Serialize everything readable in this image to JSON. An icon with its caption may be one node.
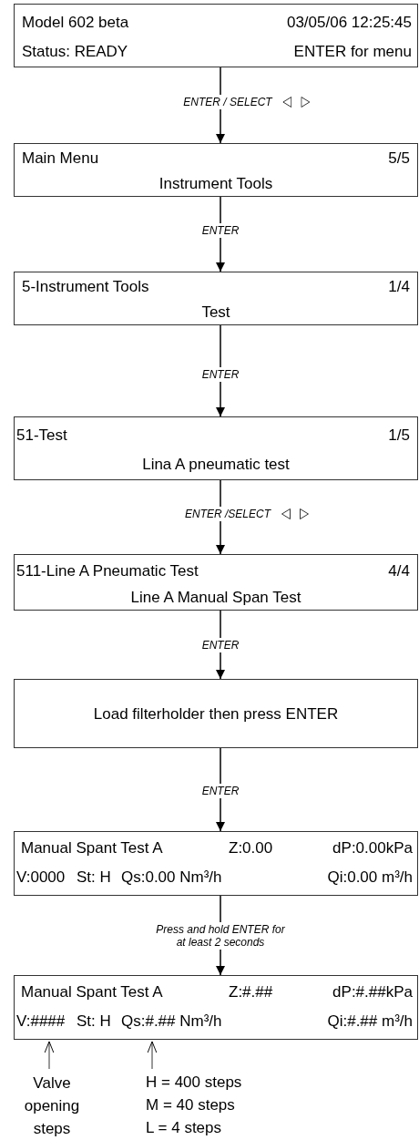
{
  "diagram": {
    "nodes": [
      {
        "text": [
          "Model 602 beta",
          "03/05/06  12:25:45",
          "Status: READY",
          "ENTER for menu"
        ]
      },
      {
        "text": [
          "Main Menu",
          "5/5",
          "Instrument Tools"
        ]
      },
      {
        "text": [
          "5-Instrument Tools",
          "1/4",
          "Test"
        ]
      },
      {
        "text": [
          "51-Test",
          "1/5",
          "Lina A pneumatic test"
        ]
      },
      {
        "text": [
          "511-Line A Pneumatic Test",
          "4/4",
          "Line A Manual Span Test"
        ]
      },
      {
        "text": [
          "Load filterholder then press ENTER"
        ]
      },
      {
        "text": [
          "Manual Spant Test A",
          "Z:0.00",
          "dP:0.00kPa",
          "V:0000",
          "St: H",
          "Qs:0.00 Nm³/h",
          "Qi:0.00 m³/h"
        ]
      },
      {
        "text": [
          "Manual Spant Test A",
          "Z:#.##",
          "dP:#.##kPa",
          "V:####",
          "St: H",
          "Qs:#.## Nm³/h",
          "Qi:#.## m³/h"
        ]
      },
      {
        "text": [
          "Valve opening steps"
        ]
      },
      {
        "text": [
          "H = 400 steps",
          "M = 40 steps",
          "L = 4 steps"
        ]
      }
    ],
    "edges": [
      {
        "from": 0,
        "to": 1,
        "arrow": "to",
        "label": "ENTER / SELECT"
      },
      {
        "from": 1,
        "to": 2,
        "arrow": "to",
        "label": "ENTER"
      },
      {
        "from": 2,
        "to": 3,
        "arrow": "to",
        "label": "ENTER"
      },
      {
        "from": 3,
        "to": 4,
        "arrow": "to",
        "label": "ENTER /SELECT"
      },
      {
        "from": 4,
        "to": 5,
        "arrow": "to",
        "label": "ENTER"
      },
      {
        "from": 5,
        "to": 6,
        "arrow": "to",
        "label": "ENTER"
      },
      {
        "from": 6,
        "to": 7,
        "arrow": "to",
        "label": "Press and hold ENTER for at least 2 seconds"
      },
      {
        "from": 8,
        "to": 7,
        "arrow": "to"
      },
      {
        "from": 9,
        "to": 7,
        "arrow": "to"
      }
    ]
  }
}
